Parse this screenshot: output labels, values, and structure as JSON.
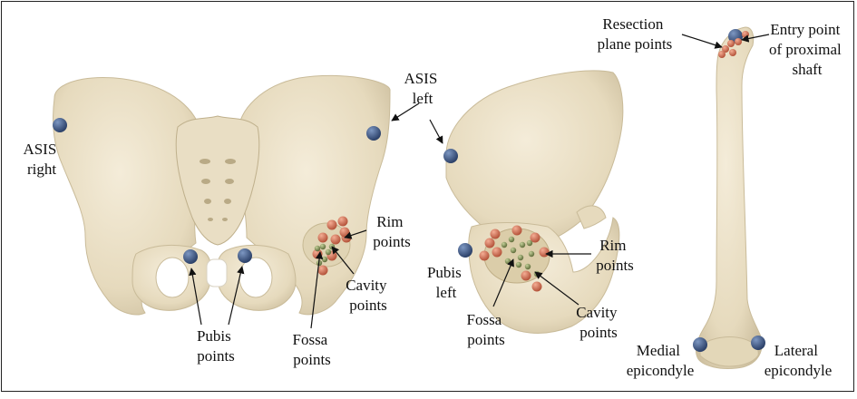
{
  "labels": {
    "asis_right": [
      "ASIS",
      "right"
    ],
    "asis_left": [
      "ASIS",
      "left"
    ],
    "rim_points_front": [
      "Rim",
      "points"
    ],
    "cavity_points_front": [
      "Cavity",
      "points"
    ],
    "fossa_points_front": [
      "Fossa",
      "points"
    ],
    "pubis_points": [
      "Pubis",
      "points"
    ],
    "rim_points_side": [
      "Rim",
      "points"
    ],
    "pubis_left": [
      "Pubis",
      "left"
    ],
    "fossa_points_side": [
      "Fossa",
      "points"
    ],
    "cavity_points_side": [
      "Cavity",
      "points"
    ],
    "resection_plane_points": [
      "Resection",
      "plane points"
    ],
    "entry_point": [
      "Entry point",
      "of proximal",
      "shaft"
    ],
    "medial_epicondyle": [
      "Medial",
      "epicondyle"
    ],
    "lateral_epicondyle": [
      "Lateral",
      "epicondyle"
    ]
  },
  "colors": {
    "bone": "#ede3cc",
    "bone_shadow": "#cfc2a3",
    "blue_marker": "#3e5a86",
    "red_marker": "#d9765c",
    "green_marker": "#8c9b62"
  }
}
